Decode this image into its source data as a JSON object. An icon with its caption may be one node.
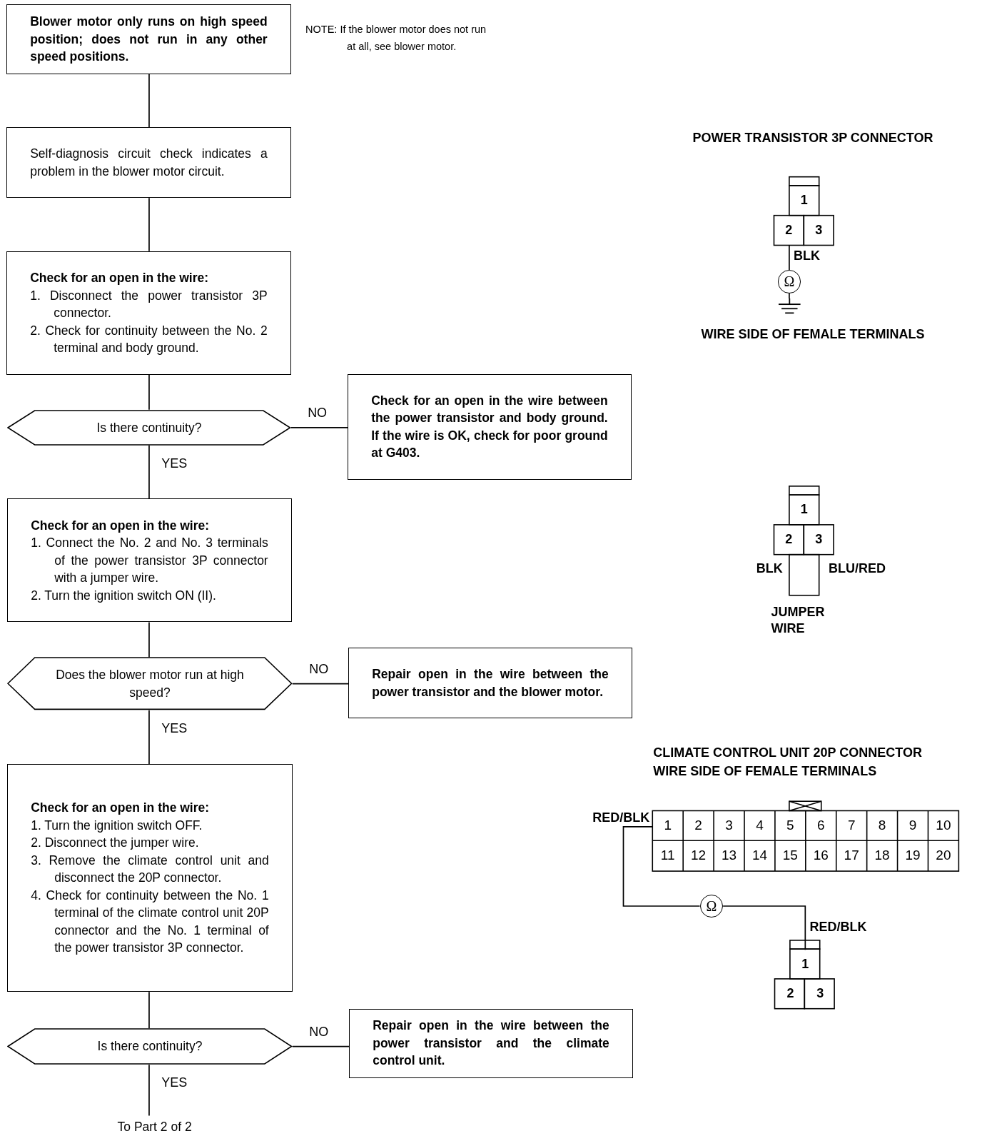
{
  "diagram": {
    "nodes": [
      {
        "text": [
          "Blower motor only runs on high speed position; does not run in any other speed positions."
        ]
      },
      {
        "text": [
          "Self-diagnosis circuit check indicates a problem in the blower motor circuit."
        ]
      },
      {
        "text": [
          "Check for an open in the wire:",
          "1. Disconnect the power transistor 3P connector.",
          "2. Check for continuity between the No. 2 terminal and body ground."
        ]
      },
      {
        "text": [
          "Is there continuity?"
        ]
      },
      {
        "text": [
          "Check for an open in the wire between the power transistor and body ground. If the wire is OK, check for poor ground at G403."
        ]
      },
      {
        "text": [
          "Check for an open in the wire:",
          "1. Connect the No. 2 and No. 3 terminals of the power transistor 3P connector with a jumper wire.",
          "2. Turn the ignition switch ON (II)."
        ]
      },
      {
        "text": [
          "Does the blower motor run at high speed?"
        ]
      },
      {
        "text": [
          "Repair open in the wire between the power transistor and the blower motor."
        ]
      },
      {
        "text": [
          "Check for an open in the wire:",
          "1. Turn the ignition switch OFF.",
          "2. Disconnect the jumper wire.",
          "3. Remove the climate control unit and disconnect the 20P connector.",
          "4. Check for continuity between the No. 1 terminal of the climate control unit 20P connector and the No. 1 terminal of the power transistor 3P connector."
        ]
      },
      {
        "text": [
          "Is there continuity?"
        ]
      },
      {
        "text": [
          "Repair open in the wire between the power transistor and the climate control unit."
        ]
      },
      {
        "text": [
          "To Part 2 of 2"
        ]
      },
      {
        "text": [
          "2"
        ]
      },
      {
        "text": [
          "Ω"
        ]
      },
      {
        "text": [],
        "shape": "ground"
      },
      {
        "text": [
          "1"
        ]
      },
      {
        "text": [
          "Ω"
        ]
      },
      {
        "text": [
          "1"
        ]
      }
    ],
    "edges": [
      {
        "from": 0,
        "to": 1,
        "arrow": "none"
      },
      {
        "from": 1,
        "to": 2,
        "arrow": "none"
      },
      {
        "from": 2,
        "to": 3,
        "arrow": "none"
      },
      {
        "from": 3,
        "to": 4,
        "arrow": "none",
        "label": "NO"
      },
      {
        "from": 3,
        "to": 5,
        "arrow": "none",
        "label": "YES"
      },
      {
        "from": 5,
        "to": 6,
        "arrow": "none"
      },
      {
        "from": 6,
        "to": 7,
        "arrow": "none",
        "label": "NO"
      },
      {
        "from": 6,
        "to": 8,
        "arrow": "none",
        "label": "YES"
      },
      {
        "from": 8,
        "to": 9,
        "arrow": "none"
      },
      {
        "from": 9,
        "to": 10,
        "arrow": "none",
        "label": "NO"
      },
      {
        "from": 9,
        "to": 11,
        "arrow": "none",
        "label": "YES"
      },
      {
        "from": 12,
        "to": 13,
        "arrow": "none"
      },
      {
        "from": 13,
        "to": 14,
        "arrow": "none"
      },
      {
        "from": 15,
        "to": 16,
        "arrow": "none"
      },
      {
        "from": 16,
        "to": 17,
        "arrow": "none"
      }
    ],
    "labels": [
      "NOTE: If the blower motor does not run at all, see blower motor.",
      "POWER TRANSISTOR 3P CONNECTOR",
      "1",
      "3",
      "BLK",
      "WIRE SIDE OF FEMALE TERMINALS",
      "1",
      "2",
      "3",
      "BLK",
      "BLU/RED",
      "JUMPER WIRE",
      "CLIMATE CONTROL UNIT 20P CONNECTOR",
      "WIRE SIDE OF FEMALE TERMINALS",
      "RED/BLK",
      "2",
      "3",
      "4",
      "5",
      "6",
      "7",
      "8",
      "9",
      "10",
      "11",
      "12",
      "13",
      "14",
      "15",
      "16",
      "17",
      "18",
      "19",
      "20",
      "RED/BLK",
      "2",
      "3"
    ]
  }
}
